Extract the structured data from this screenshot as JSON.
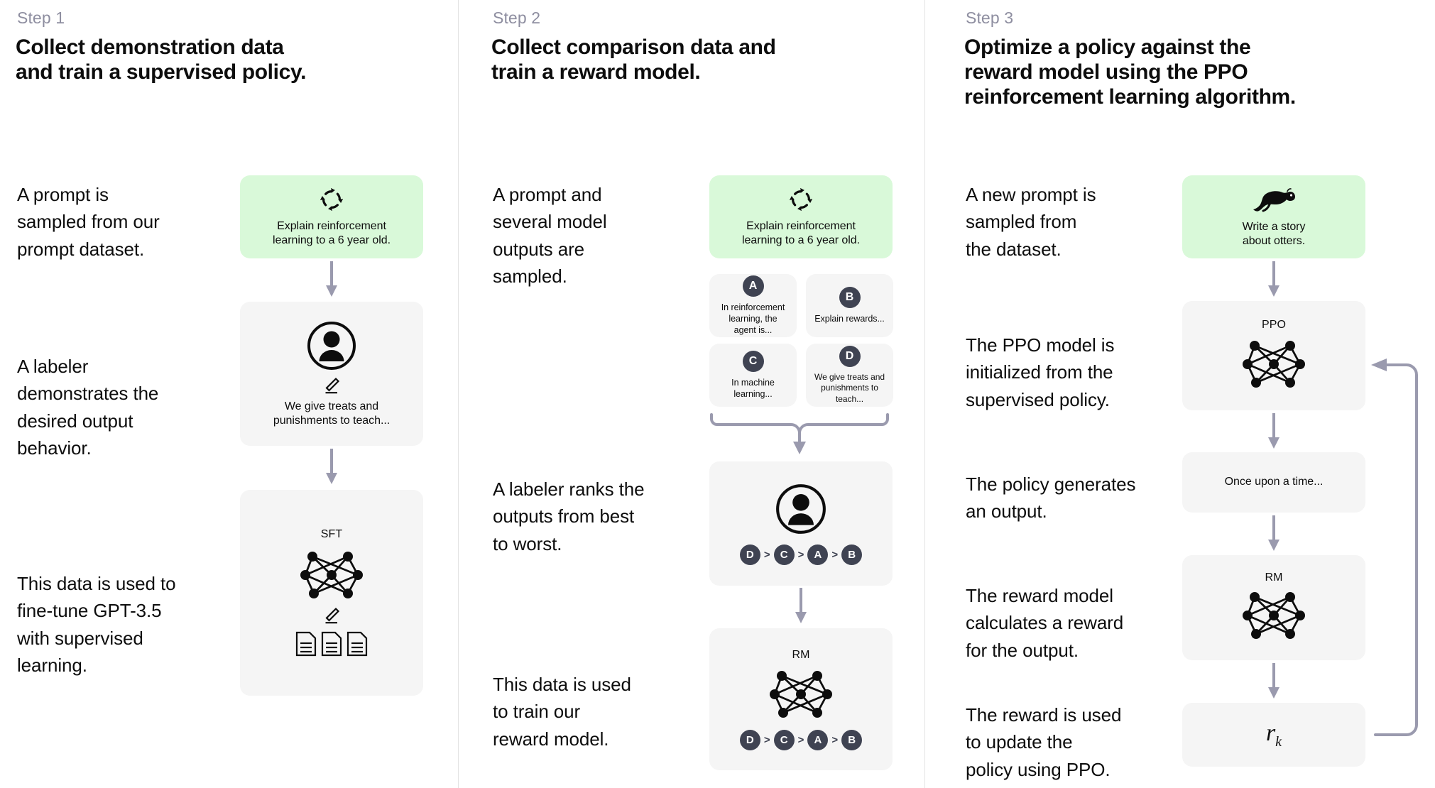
{
  "diagram": {
    "title_semantic": "rlhf-three-step-training-diagram",
    "accent_green": "#d9f9d9",
    "card_gray": "#f5f5f5",
    "badge_dark": "#3f4352",
    "arrow_color": "#9a9aae",
    "divider_color": "#e3e3e3"
  },
  "columns": [
    {
      "step_label": "Step 1",
      "title_lines": [
        "Collect demonstration data",
        "and train a supervised policy."
      ],
      "captions": [
        "A prompt is\nsampled from our\nprompt dataset.",
        "A labeler\ndemonstrates the\ndesired output\nbehavior.",
        "This data is used to\nfine-tune GPT-3.5\nwith supervised\nlearning."
      ],
      "cards": [
        {
          "name": "prompt-card",
          "icon": "refresh-cycle-icon",
          "text": "Explain reinforcement\nlearning to a 6 year old."
        },
        {
          "name": "labeler-card",
          "icon": "person-circle-icon",
          "sub_icon": "pencil-icon",
          "text": "We give treats and\npunishments to teach..."
        },
        {
          "name": "sft-model-card",
          "title": "SFT",
          "icon": "neural-network-icon",
          "sub_icon": "pencil-icon",
          "extra_icon": "documents-icon"
        }
      ]
    },
    {
      "step_label": "Step 2",
      "title_lines": [
        "Collect comparison data and",
        "train a reward model."
      ],
      "captions": [
        "A prompt and\nseveral model\noutputs are\nsampled.",
        "A labeler ranks the\noutputs from best\nto worst.",
        "This data is used\nto train our\nreward model."
      ],
      "cards": [
        {
          "name": "prompt-card",
          "icon": "refresh-cycle-icon",
          "text": "Explain reinforcement\nlearning to a 6 year old."
        },
        {
          "name": "output-option-a",
          "badge": "A",
          "text": "In reinforcement\nlearning, the\nagent is..."
        },
        {
          "name": "output-option-b",
          "badge": "B",
          "text": "Explain rewards..."
        },
        {
          "name": "output-option-c",
          "badge": "C",
          "text": "In machine\nlearning..."
        },
        {
          "name": "output-option-d",
          "badge": "D",
          "text": "We give treats and\npunishments to\nteach..."
        },
        {
          "name": "labeler-ranking-card",
          "icon": "person-circle-icon",
          "ranking": [
            "D",
            "C",
            "A",
            "B"
          ]
        },
        {
          "name": "reward-model-card",
          "title": "RM",
          "icon": "neural-network-icon",
          "ranking": [
            "D",
            "C",
            "A",
            "B"
          ]
        }
      ],
      "ranking_separator": ">"
    },
    {
      "step_label": "Step 3",
      "title_lines": [
        "Optimize a policy against the",
        "reward model using the PPO",
        "reinforcement learning algorithm."
      ],
      "captions": [
        "A new prompt is\nsampled from\nthe dataset.",
        "The PPO model is\ninitialized from the\nsupervised policy.",
        "The policy generates\nan output.",
        "The reward model\ncalculates a reward\nfor the output.",
        "The reward is used\nto update the\npolicy using PPO."
      ],
      "cards": [
        {
          "name": "new-prompt-card",
          "icon": "otter-icon",
          "text": "Write a story\nabout otters."
        },
        {
          "name": "ppo-model-card",
          "title": "PPO",
          "icon": "neural-network-icon"
        },
        {
          "name": "generated-output-card",
          "text": "Once upon a time..."
        },
        {
          "name": "reward-model-card",
          "title": "RM",
          "icon": "neural-network-icon"
        },
        {
          "name": "reward-value-card",
          "formula_base": "r",
          "formula_sub": "k"
        }
      ]
    }
  ]
}
